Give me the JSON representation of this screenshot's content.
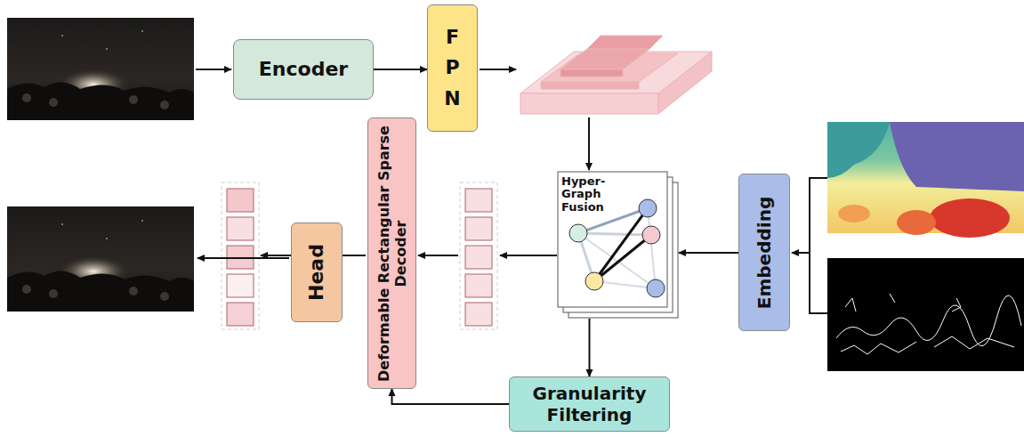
{
  "diagram": {
    "nodes": [
      {
        "text": [
          "Encoder"
        ]
      },
      {
        "text": [
          "F P N"
        ]
      },
      {
        "text": [
          "Deformable Rectangular Sparse Decoder"
        ]
      },
      {
        "text": [
          "Head"
        ]
      },
      {
        "text": [
          "Hyper-Graph Fusion"
        ]
      },
      {
        "text": [
          "Embedding"
        ]
      },
      {
        "text": [
          "Granularity Filtering"
        ]
      }
    ],
    "edges": [
      {
        "from": 0,
        "to": 1,
        "arrow": "to"
      },
      {
        "from": 5,
        "to": 4,
        "arrow": "to"
      },
      {
        "from": 4,
        "to": 6,
        "arrow": "to"
      },
      {
        "from": 6,
        "to": 2,
        "arrow": "to"
      }
    ]
  }
}
